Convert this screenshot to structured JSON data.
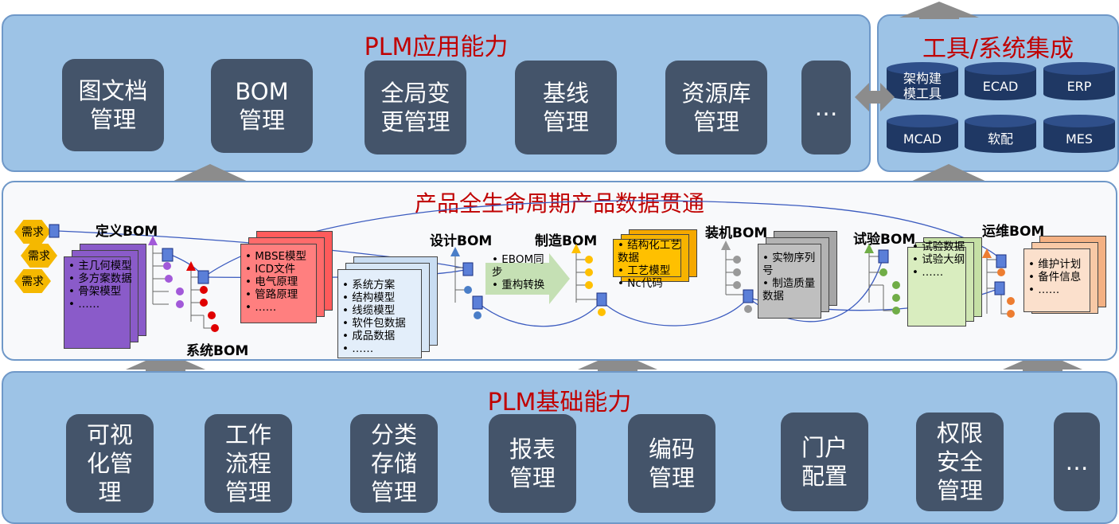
{
  "app_layer": {
    "title": "PLM应用能力",
    "tiles": [
      "图文档\n管理",
      "BOM\n管理",
      "全局变\n更管理",
      "基线\n管理",
      "资源库\n管理",
      "…"
    ]
  },
  "tools": {
    "title": "工具/系统集成",
    "items": [
      "架构建\n模工具",
      "ECAD",
      "ERP",
      "MCAD",
      "软配",
      "MES"
    ]
  },
  "middle": {
    "title": "产品全生命周期产品数据贯通",
    "requirements": [
      "需求",
      "需求",
      "需求"
    ],
    "bom_labels": {
      "define": "定义BOM",
      "system": "系统BOM",
      "design": "设计BOM",
      "manufacture": "制造BOM",
      "assembly": "装机BOM",
      "test": "试验BOM",
      "ops": "运维BOM"
    },
    "docs": {
      "define": [
        "主几何模型",
        "多方案数据",
        "骨架模型",
        "……"
      ],
      "system": [
        "MBSE模型",
        "ICD文件",
        "电气原理",
        "管路原理",
        "……"
      ],
      "design": [
        "系统方案",
        "结构模型",
        "线缆模型",
        "软件包数据",
        "成品数据",
        "……"
      ],
      "sync": [
        "EBOM同步",
        "重构转换"
      ],
      "manufacture": [
        "结构化工艺数据",
        "工艺模型",
        "Nc代码"
      ],
      "assembly": [
        "实物序列号",
        "制造质量数据"
      ],
      "test": [
        "试验数据",
        "试验大纲",
        "……"
      ],
      "ops": [
        "维护计划",
        "备件信息",
        "……"
      ]
    }
  },
  "base_layer": {
    "title": "PLM基础能力",
    "tiles": [
      "可视\n化管\n理",
      "工作\n流程\n管理",
      "分类\n存储\n管理",
      "报表\n管理",
      "编码\n管理",
      "门户\n配置",
      "权限\n安全\n管理",
      "…"
    ]
  },
  "colors": {
    "panel": "#9dc3e6",
    "tile": "#44546a",
    "title_red": "#c00000",
    "db": "#1f3864",
    "arrow": "#808080"
  }
}
